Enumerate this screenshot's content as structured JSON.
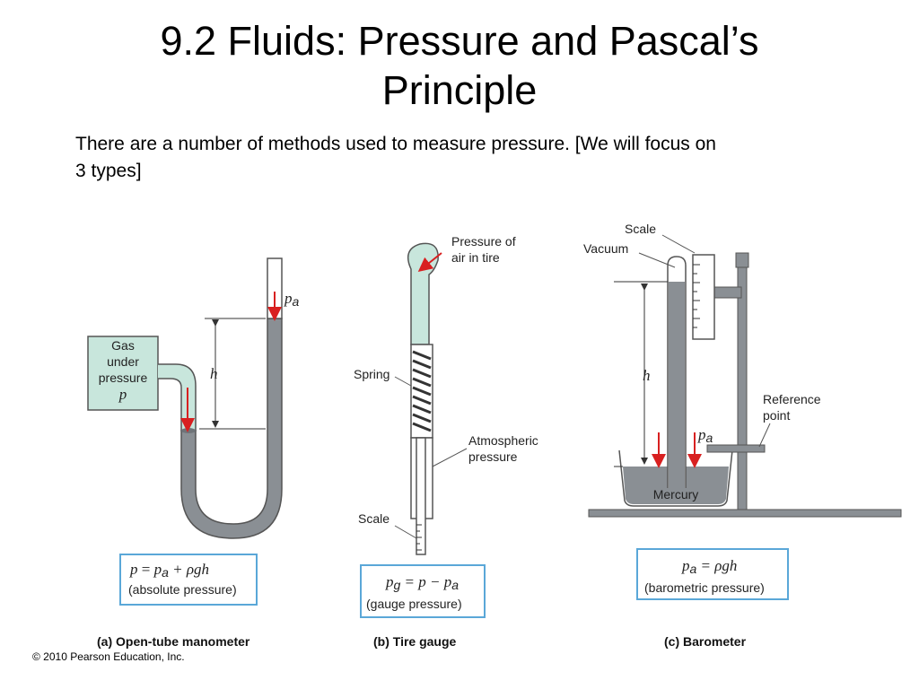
{
  "slide": {
    "title_line1": "9.2 Fluids: Pressure and Pascal’s",
    "title_line2": "Principle",
    "body_line1": "There are a number of methods used to measure pressure. [We will focus on",
    "body_line2": "3 types]",
    "copyright": "© 2010 Pearson Education, Inc."
  },
  "colors": {
    "fluid_fill": "#c8e6dc",
    "mercury_fill": "#8a8f94",
    "arrow": "#d82020",
    "box_border": "#5aa7d8"
  },
  "manometer": {
    "gas_line1": "Gas",
    "gas_line2": "under",
    "gas_line3": "pressure",
    "gas_symbol": "p",
    "pa_label": "p",
    "pa_sub": "a",
    "h_label": "h",
    "eq_p": "p",
    "eq_equals": " = ",
    "eq_pa": "p",
    "eq_pa_sub": "a",
    "eq_rest": " + ρgh",
    "eq_caption": "(absolute pressure)",
    "caption": "(a) Open-tube manometer"
  },
  "tire_gauge": {
    "air_line1": "Pressure of",
    "air_line2": "air in tire",
    "spring": "Spring",
    "atm_line1": "Atmospheric",
    "atm_line2": "pressure",
    "scale": "Scale",
    "eq_pg": "p",
    "eq_pg_sub": "g",
    "eq_mid": " = p − p",
    "eq_pa_sub": "a",
    "eq_caption": "(gauge pressure)",
    "caption": "(b) Tire gauge"
  },
  "barometer": {
    "scale": "Scale",
    "vacuum": "Vacuum",
    "h_label": "h",
    "ref_line1": "Reference",
    "ref_line2": "point",
    "pa_label": "p",
    "pa_sub": "a",
    "mercury": "Mercury",
    "eq_pa": "p",
    "eq_pa_sub": "a",
    "eq_rest": " = ρgh",
    "eq_caption": "(barometric pressure)",
    "caption": "(c) Barometer"
  }
}
